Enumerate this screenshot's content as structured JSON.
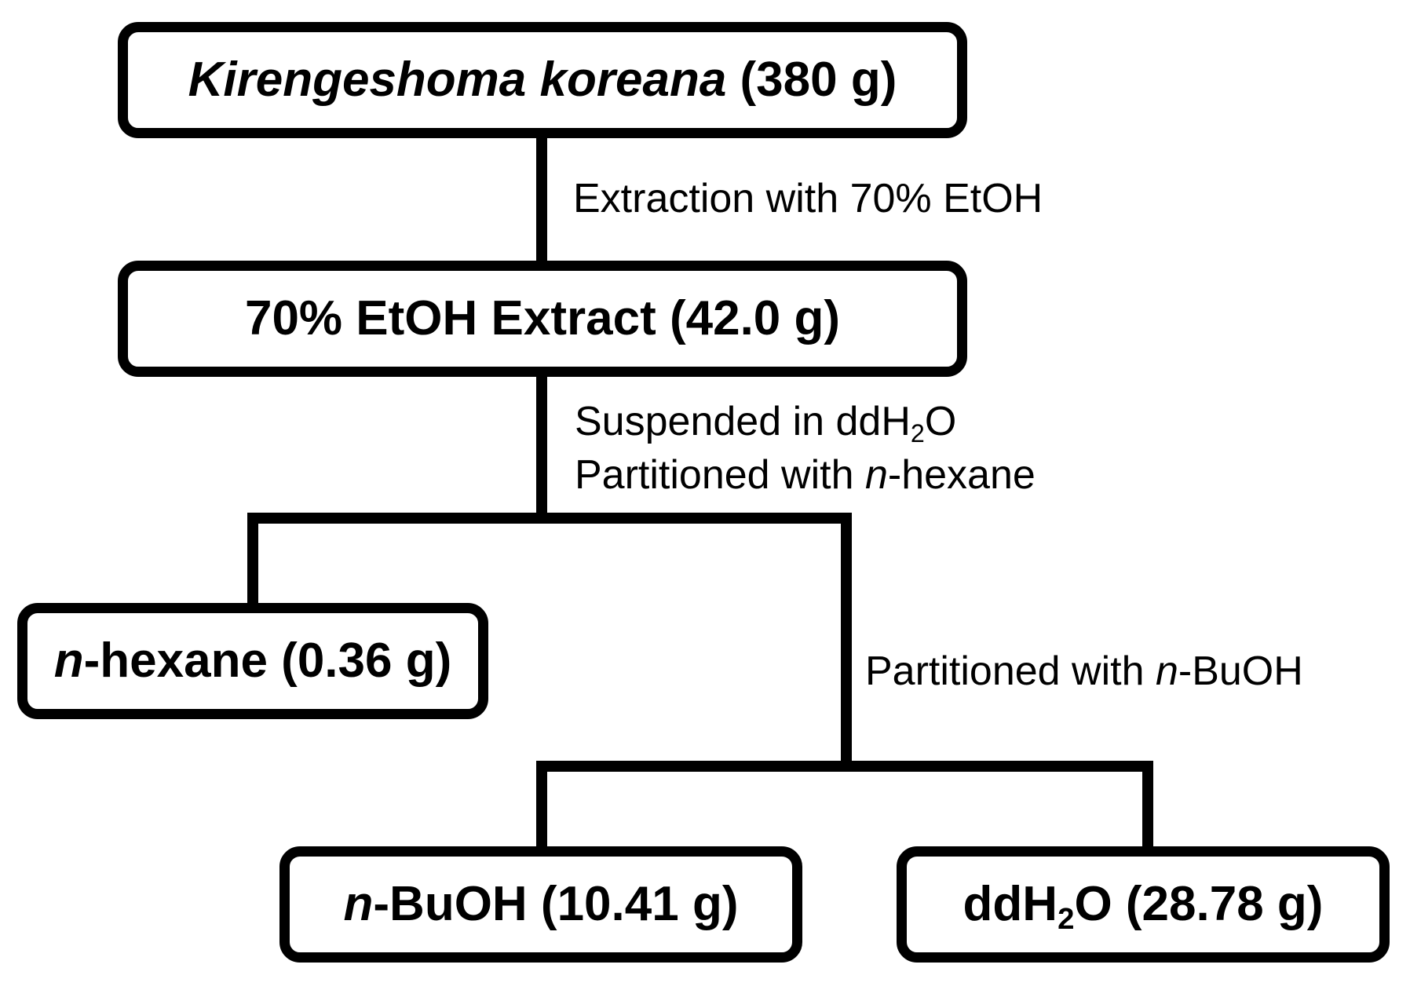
{
  "nodes": {
    "source": {
      "italic": "Kirengeshoma koreana",
      "rest": " (380 g)"
    },
    "extract": {
      "text": "70% EtOH Extract (42.0 g)"
    },
    "hexane": {
      "italic": "n",
      "rest": "-hexane (0.36 g)"
    },
    "buoh": {
      "italic": "n",
      "rest": "-BuOH (10.41 g)"
    },
    "water": {
      "pre": "ddH",
      "sub": "2",
      "post": "O (28.78 g)"
    }
  },
  "steps": {
    "extraction": "Extraction with 70% EtOH",
    "suspended": {
      "pre": "Suspended in ddH",
      "sub": "2",
      "post": "O"
    },
    "partition_hexane": {
      "pre": "Partitioned with ",
      "italic": "n",
      "post": "-hexane"
    },
    "partition_buoh": {
      "pre": "Partitioned with ",
      "italic": "n",
      "post": "-BuOH"
    }
  }
}
